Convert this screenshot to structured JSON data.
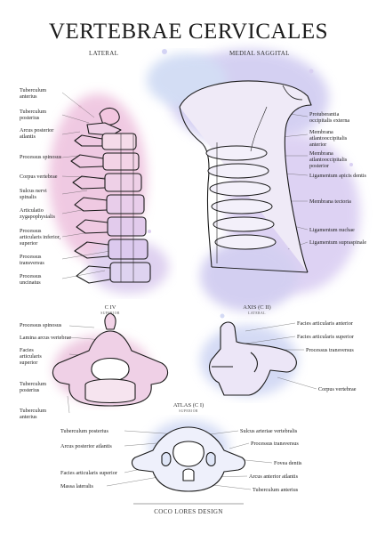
{
  "title": "VERTEBRAE CERVICALES",
  "views": {
    "lateral": "LATERAL",
    "medial": "MEDIAL SAGGITAL"
  },
  "lateral_labels": [
    "Tuberculum anterius",
    "Tuberculum posterius",
    "Arcus posterior atlantis",
    "Processus spinosus",
    "Corpus vertebrae",
    "Sulcus nervi spinalis",
    "Articulatio zygapophysialis",
    "Processus articularis inferior, superior",
    "Processus transversus",
    "Processus uncinatus"
  ],
  "medial_labels": [
    "Protuberantia occipitalis externa",
    "Membrana atlantooccipitalis anterior",
    "Membrana atlantooccipitalis posterior",
    "Ligamentum apicis dentis",
    "Membrana tectoria",
    "Ligamentum nuchae",
    "Ligamentum supraspinale"
  ],
  "c4": {
    "caption": "C IV",
    "view": "SUPERIOR",
    "labels": [
      "Processus spinosus",
      "Lamina arcus vertebrae",
      "Facies articularis superior",
      "Tuberculum posterius",
      "Tuberculum anterius"
    ]
  },
  "axis": {
    "caption": "AXIS (C II)",
    "view": "LATERAL",
    "labels": [
      "Facies articularis anterior",
      "Facies articularis superior",
      "Processus transversus",
      "Corpus vertebrae"
    ]
  },
  "atlas": {
    "caption": "ATLAS (C I)",
    "view": "SUPERIOR",
    "labels_left": [
      "Tuberculum posterius",
      "Arcus posterior atlantis",
      "Facies articularis superior",
      "Massa lateralis"
    ],
    "labels_right": [
      "Sulcus arteriae vertebralis",
      "Processus transversus",
      "Fovea dentis",
      "Arcus anterior atlantis",
      "Tuberculum anterius"
    ]
  },
  "footer": "COCO LORES DESIGN",
  "colors": {
    "pink": "#e48fbd",
    "purple": "#b8a6e3",
    "blue": "#9fb8e6",
    "ink": "#1a1a1a"
  }
}
